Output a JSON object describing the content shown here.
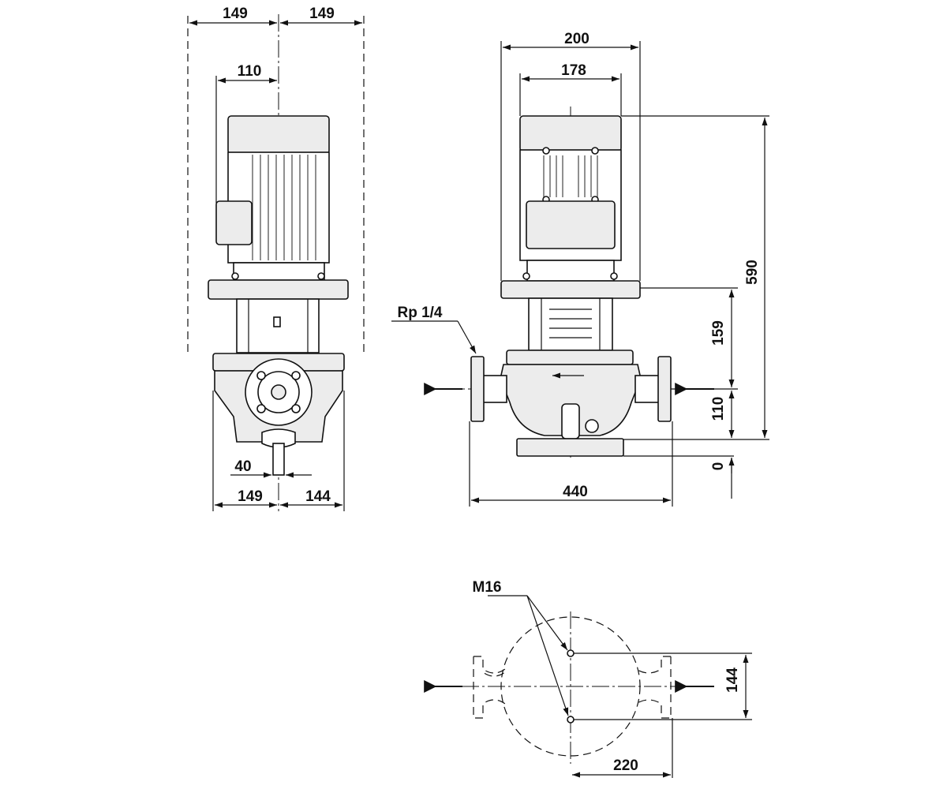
{
  "colors": {
    "line": "#111111",
    "body_fill": "#ececec",
    "paper": "#ffffff"
  },
  "side_view": {
    "dim_left_top": "149",
    "dim_right_top": "149",
    "dim_motor_box": "110",
    "dim_pipe": "40",
    "dim_bottom_left": "149",
    "dim_bottom_right": "144"
  },
  "front_view": {
    "dim_overall_width": "200",
    "dim_motor_width": "178",
    "dim_total_height": "590",
    "dim_coupling_height": "159",
    "dim_axis_height": "110",
    "dim_base": "0",
    "dim_port_to_port": "440",
    "port_label": "Rp 1/4"
  },
  "plan_view": {
    "bolt_label": "M16",
    "dim_bolt_spacing": "144",
    "dim_half_length": "220"
  }
}
